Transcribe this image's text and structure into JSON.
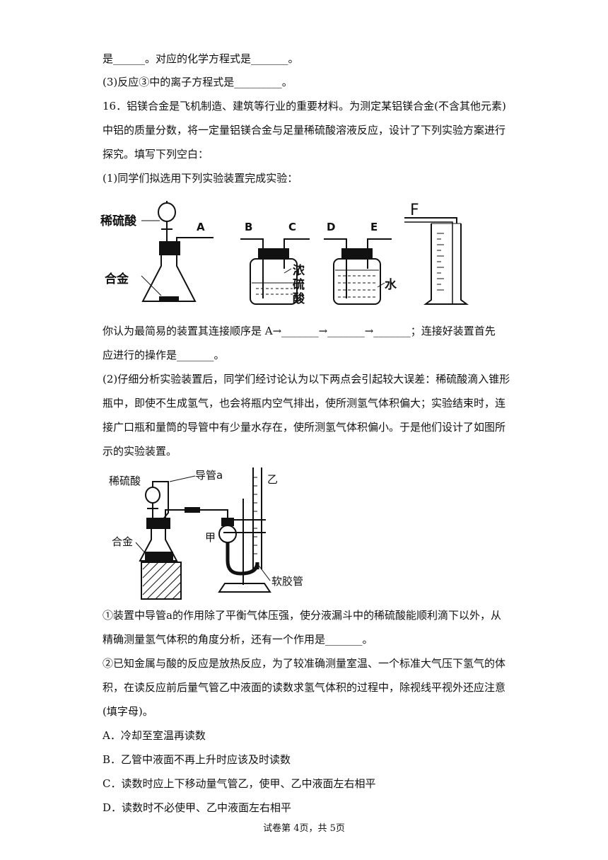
{
  "lines": {
    "l1": "是______。对应的化学方程式是_______。",
    "l2": "(3)反应③中的离子方程式是_________。",
    "l3": "16．铝镁合金是飞机制造、建筑等行业的重要材料。为测定某铝镁合金(不含其他元素)",
    "l4": "中铝的质量分数，将一定量铝镁合金与足量稀硫酸溶液反应，设计了下列实验方案进行",
    "l5": "探究。填写下列空白：",
    "l6": "(1)同学们拟选用下列实验装置完成实验：",
    "l7": "你认为最简易的装置其连接顺序是 A→_______→_______→_______；连接好装置首先",
    "l8": "应进行的操作是_______。",
    "l9": "(2)仔细分析实验装置后，同学们经讨论认为以下两点会引起较大误差：稀硫酸滴入锥形",
    "l10": "瓶中，即使不生成氢气，也会将瓶内空气排出，使所测氢气体积偏大；实验结束时，连",
    "l11": "接广口瓶和量筒的导管中有少量水存在，使所测氢气体积偏小。于是他们设计了如图所",
    "l12": "示的实验装置。",
    "l13": "①装置中导管a的作用除了平衡气体压强，使分液漏斗中的稀硫酸能顺利滴下以外，从",
    "l14": "精确测量氢气体积的角度分析，还有一个作用是_______。",
    "l15": "②已知金属与酸的反应是放热反应，为了较准确测量室温、一个标准大气压下氢气的体",
    "l16": "积，在读反应前后量气管乙中液面的读数求氢气体积的过程中，除视线平视外还应注意",
    "l17": "(填字母)。",
    "l18": "A．冷却至室温再读数",
    "l19": "B．乙管中液面不再上升时应该及时读数",
    "l20": "C．读数时应上下移动量气管乙，使甲、乙中液面左右相平",
    "l21": "D．读数时不必使甲、乙中液面左右相平"
  },
  "figure1": {
    "acid": "稀硫酸",
    "alloy": "合金",
    "A": "A",
    "B": "B",
    "C": "C",
    "D": "D",
    "E": "E",
    "F": "F",
    "conc1": "浓",
    "conc2": "硫",
    "conc3": "酸",
    "water": "水"
  },
  "figure2": {
    "acid": "稀硫酸",
    "tube_a": "导管a",
    "alloy": "合金",
    "jia": "甲",
    "yi": "乙",
    "hose": "软胶管"
  },
  "footer": "试卷第 4页，共 5页"
}
